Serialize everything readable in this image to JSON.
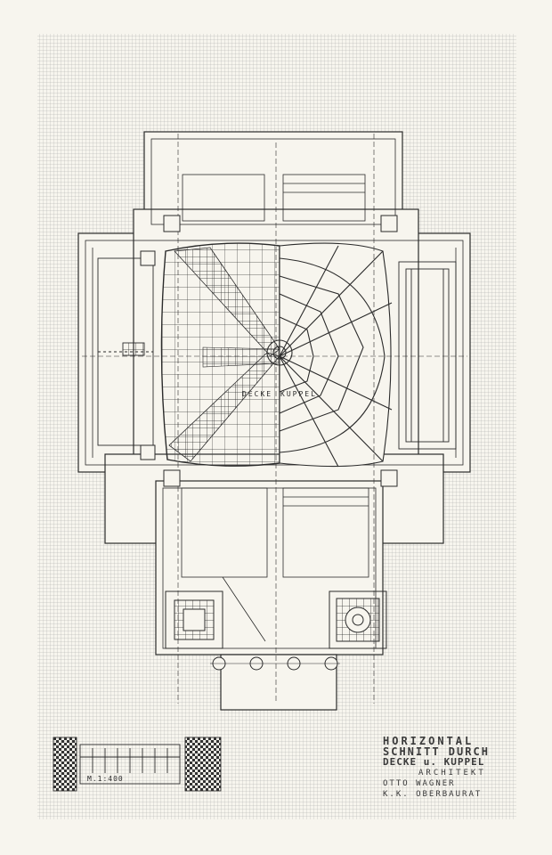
{
  "drawing": {
    "center_label_left": "DECKE",
    "center_label_right": "KUPPEL",
    "scale_label": "M.1:400",
    "title_lines": [
      "HORIZONTAL",
      "SCHNITT DURCH",
      "DECKE u. KUPPEL",
      "ARCHITEKT",
      "OTTO WAGNER",
      "K.K. OBERBAURAT"
    ]
  },
  "colors": {
    "paper": "#f7f5ee",
    "grid": "#9a9a9a",
    "line": "#2b2b2b"
  }
}
